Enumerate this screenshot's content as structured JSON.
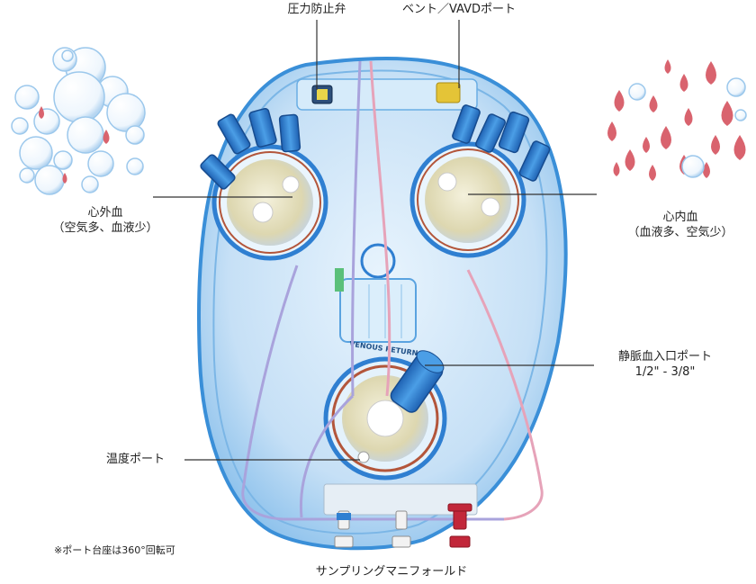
{
  "labels": {
    "pressure_valve": "圧力防止弁",
    "vent_port": "ベント／VAVDポート",
    "outer_blood_line1": "心外血",
    "outer_blood_line2": "（空気多、血液少）",
    "inner_blood_line1": "心内血",
    "inner_blood_line2": "（血液多、空気少）",
    "venous_port_line1": "静脈血入口ポート",
    "venous_port_line2": "1/2\" - 3/8\"",
    "temp_port": "温度ポート",
    "rotation_note": "※ポート台座は360°回転可",
    "manifold": "サンプリングマニフォールド"
  },
  "device_text": {
    "venous_return": "VENOUS RETURN"
  },
  "colors": {
    "device_blue": "#3a8fd8",
    "cap_blue": "#2f7fd1",
    "bubble": "#9cc8ec",
    "blood_drop": "#d9636e",
    "tube_purple": "#a9a3dc",
    "tube_pink": "#e6a3b9",
    "manifold_red": "#c2273a"
  }
}
